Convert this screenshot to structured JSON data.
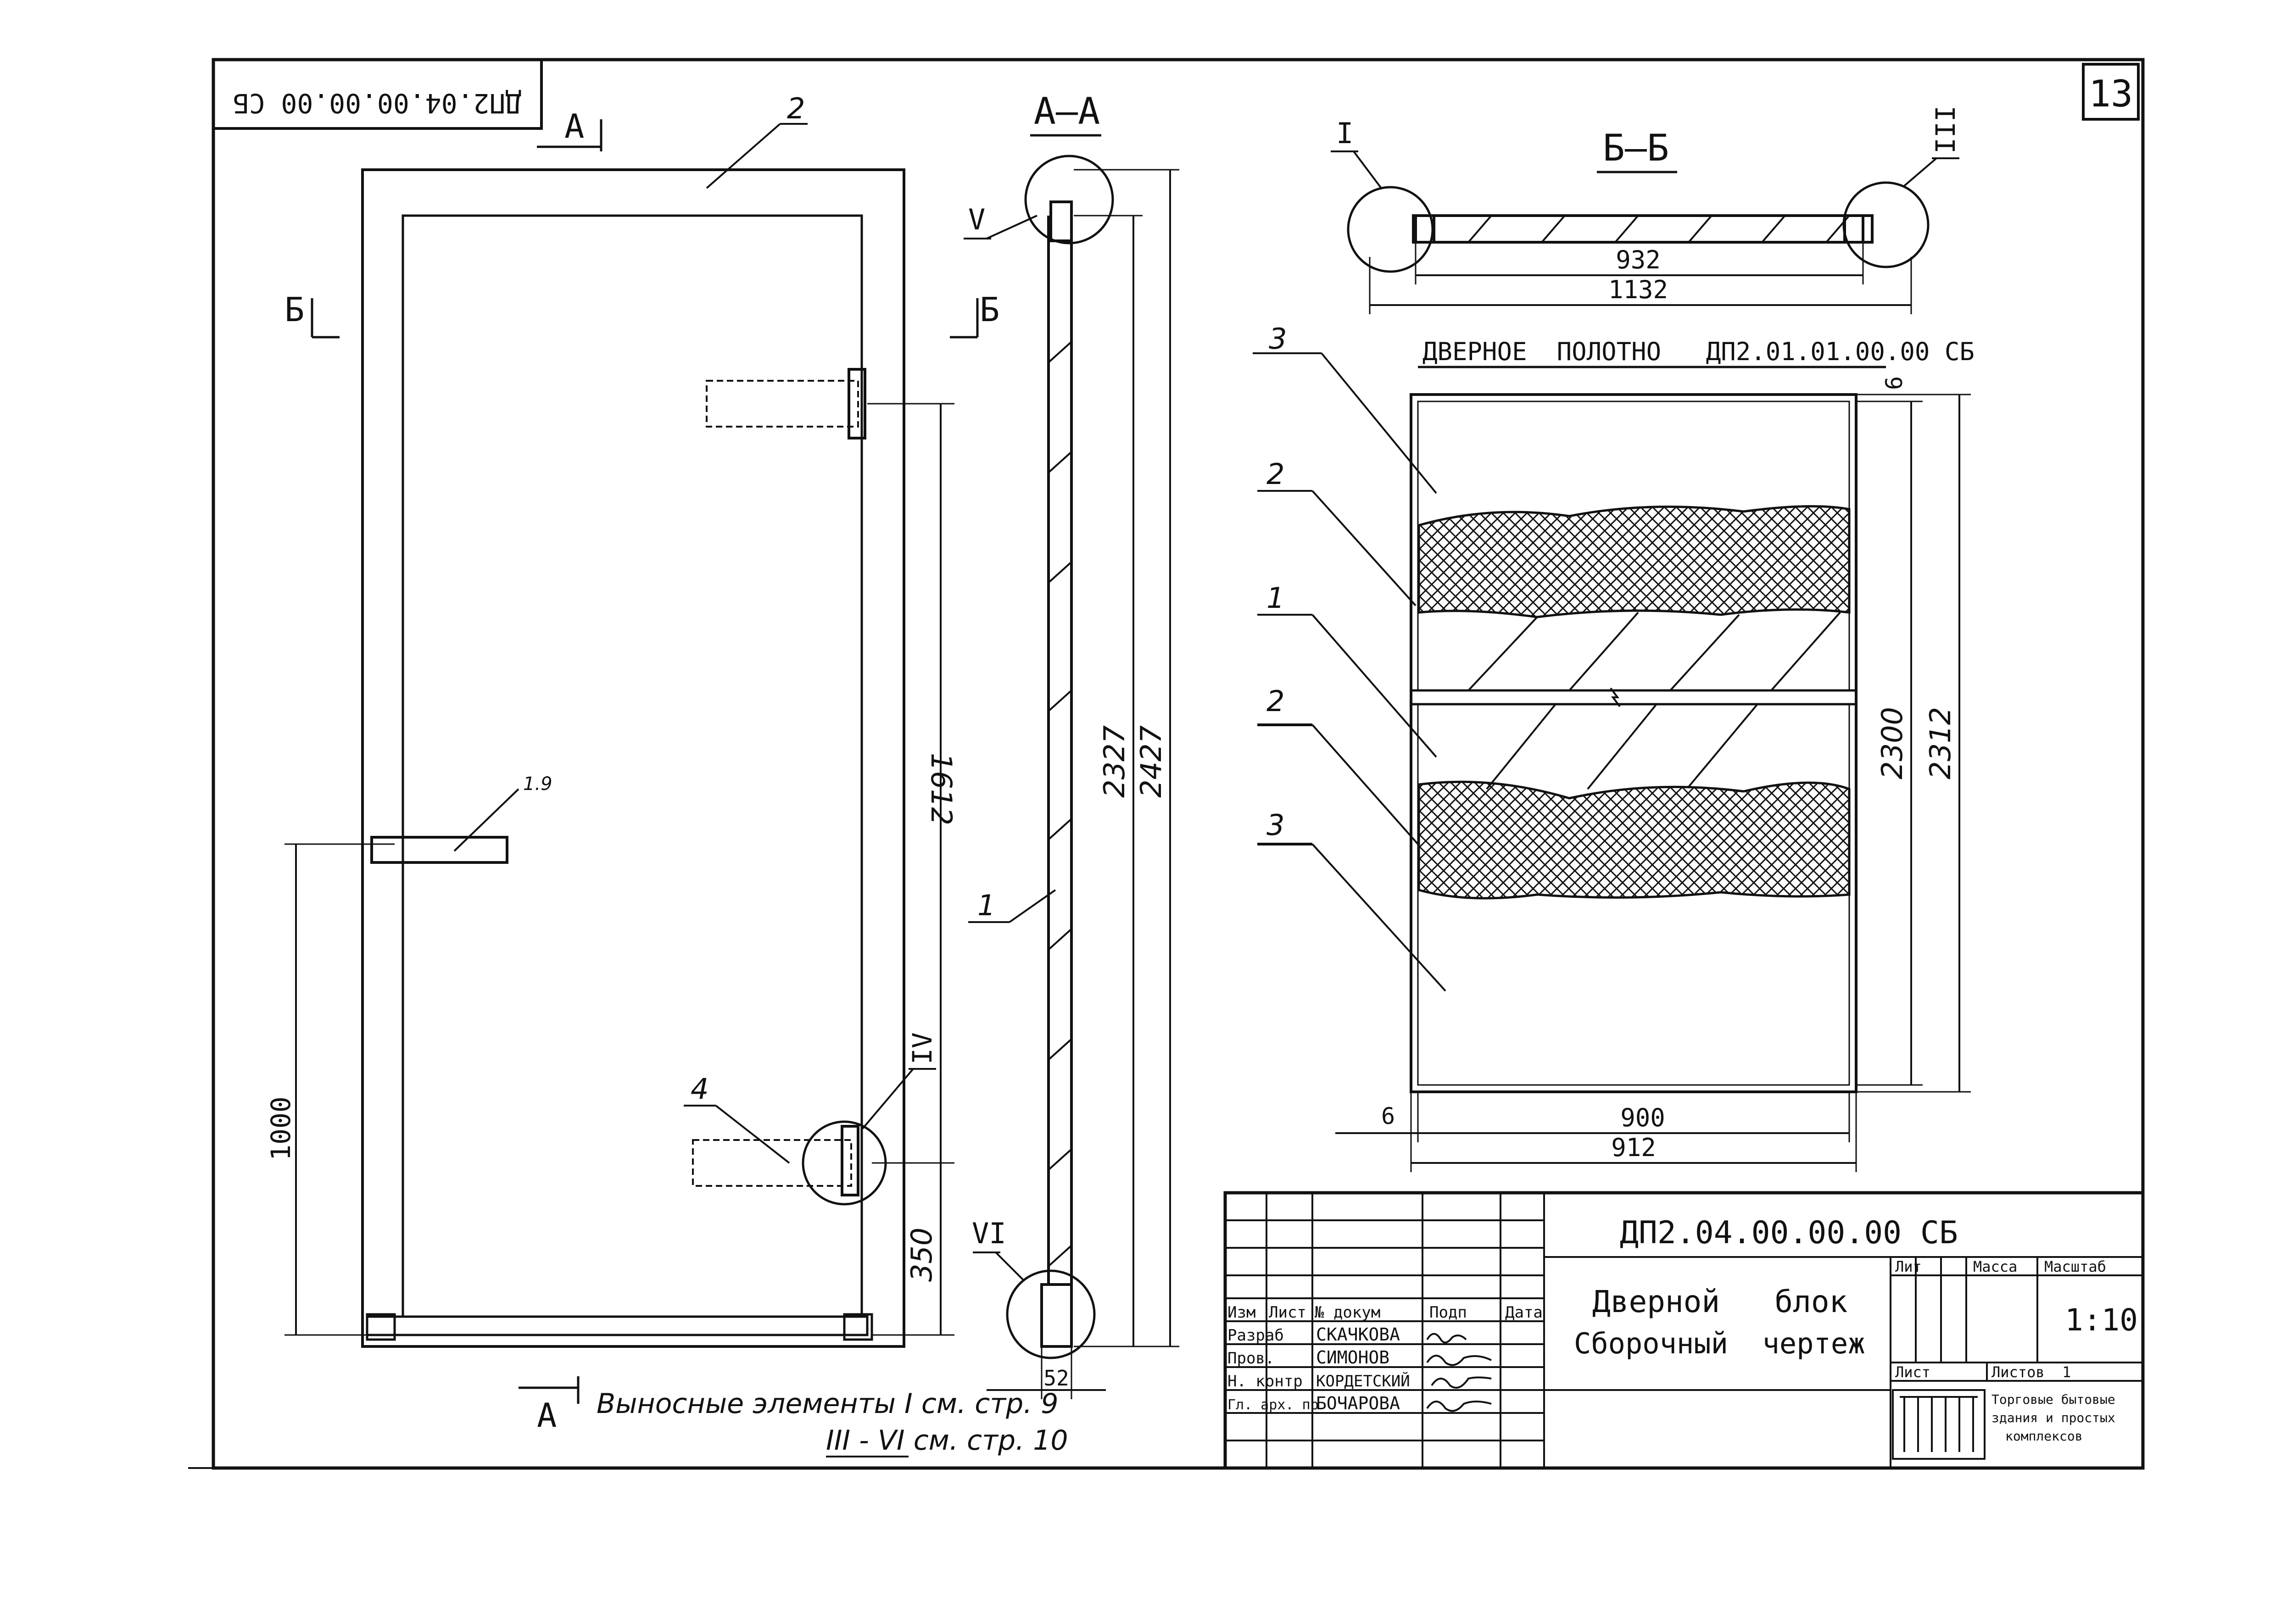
{
  "page_number": "13",
  "stamp_code_inverted": "ДП2.04.00.00.00 СБ",
  "section_marks": {
    "a": "А",
    "b": "Б",
    "aa_title": "А–А",
    "bb_title": "Б–Б"
  },
  "callouts": {
    "I": "I",
    "III": "III",
    "IV": "IV",
    "V": "V",
    "VI": "VI"
  },
  "positions": [
    "1",
    "2",
    "3",
    "4"
  ],
  "dimensions": {
    "d1612": "1612",
    "d1000": "1000",
    "d350": "350",
    "d2327": "2327",
    "d2427": "2427",
    "d52": "52",
    "d932": "932",
    "d1132": "1132",
    "d2300": "2300",
    "d2312": "2312",
    "d900": "900",
    "d912": "912",
    "d6": "6"
  },
  "door_leaf_title": "ДВЕРНОЕ  ПОЛОТНО   ДП2.01.01.00.00 СБ",
  "notes": {
    "line1": "Выносные элементы  I см. стр. 9",
    "line2": "III - VI см. стр. 10"
  },
  "title_block": {
    "designation": "ДП2.04.00.00.00 СБ",
    "title_line1": "Дверной   блок",
    "title_line2": "Сборочный  чертеж",
    "scale": "1:10",
    "col_headers": [
      "Изм",
      "Лист",
      "№ докум",
      "Подп",
      "Дата"
    ],
    "roles": [
      "Разраб",
      "Пров.",
      "Н. контр",
      "Гл. арх. пр"
    ],
    "names": [
      "СКАЧКОВА",
      "СИМОНОВ",
      "КОРДЕТСКИЙ",
      "БОЧАРОВА"
    ],
    "lit_label": "Лит",
    "mass_label": "Масса",
    "scale_label": "Масштаб",
    "sheet_label": "Лист",
    "sheets_label": "Листов  1",
    "org_line1": "Торговые бытовые",
    "org_line2": "здания и простых",
    "org_line3": "комплексов"
  }
}
